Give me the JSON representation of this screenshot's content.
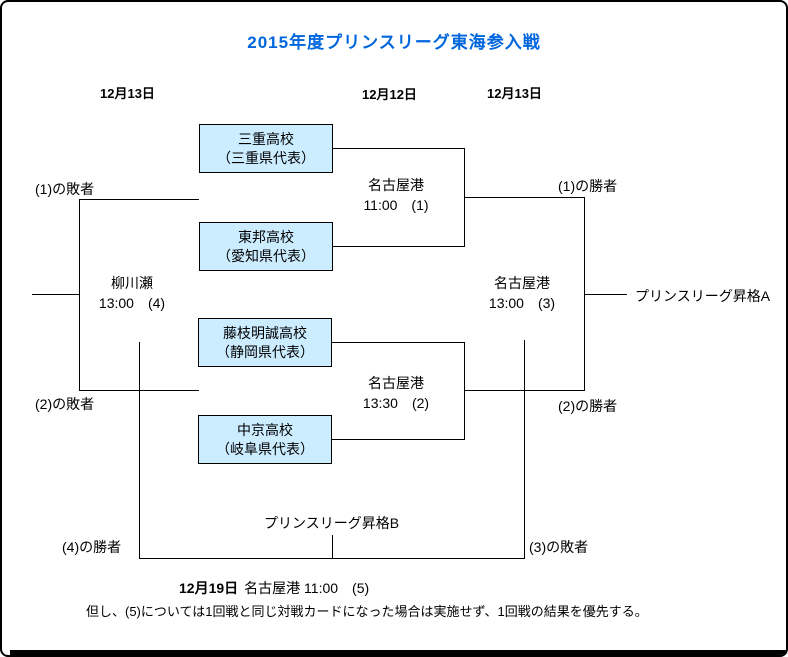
{
  "title": "2015年度プリンスリーグ東海参入戦",
  "round_dates": {
    "left": "12月13日",
    "middle": "12月12日",
    "right": "12月13日"
  },
  "teams": [
    {
      "name": "三重高校",
      "representative": "（三重県代表）"
    },
    {
      "name": "東邦高校",
      "representative": "（愛知県代表）"
    },
    {
      "name": "藤枝明誠高校",
      "representative": "（静岡県代表）"
    },
    {
      "name": "中京高校",
      "representative": "（岐阜県代表）"
    }
  ],
  "matches": {
    "m1": {
      "venue": "名古屋港",
      "time": "11:00　(1)"
    },
    "m2": {
      "venue": "名古屋港",
      "time": "13:30　(2)"
    },
    "m3": {
      "venue": "名古屋港",
      "time": "13:00　(3)"
    },
    "m4": {
      "venue": "柳川瀬",
      "time": "13:00　(4)"
    },
    "m5": {
      "date": "12月19日",
      "rest": "名古屋港 11:00　(5)"
    }
  },
  "labels": {
    "loser_of_1": "(1)の敗者",
    "loser_of_2": "(2)の敗者",
    "winner_of_1": "(1)の勝者",
    "winner_of_2": "(2)の勝者",
    "winner_of_4": "(4)の勝者",
    "loser_of_3": "(3)の敗者",
    "promotion_a": "プリンスリーグ昇格A",
    "promotion_b": "プリンスリーグ昇格B"
  },
  "note": "但し、(5)については1回戦と同じ対戦カードになった場合は実施せず、1回戦の結果を優先する。",
  "colors": {
    "title_blue": "#0066dd",
    "team_box_fill": "#ccecff",
    "line": "#000000",
    "background": "#ffffff"
  }
}
